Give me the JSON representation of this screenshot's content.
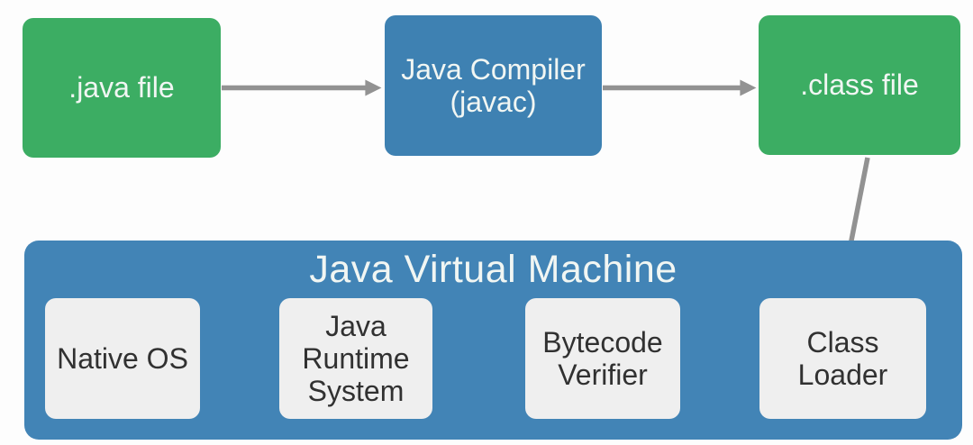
{
  "diagram_title": "Java Virtual Machine",
  "flow_nodes": [
    {
      "id": "java-file",
      "label": ".java file",
      "box_color": "#3cad63"
    },
    {
      "id": "java-compiler",
      "label": "Java Compiler\n(javac)",
      "box_color": "#3e81b2"
    },
    {
      "id": "class-file",
      "label": ".class file",
      "box_color": "#3cad63"
    }
  ],
  "jvm": {
    "title": "Java Virtual Machine",
    "components": [
      {
        "id": "native-os",
        "label": "Native OS"
      },
      {
        "id": "java-runtime-system",
        "label": "Java\nRuntime\nSystem"
      },
      {
        "id": "bytecode-verifier",
        "label": "Bytecode\nVerifier"
      },
      {
        "id": "class-loader",
        "label": "Class\nLoader"
      }
    ]
  },
  "edges": [
    {
      "from": ".java file",
      "to": "Java Compiler (javac)"
    },
    {
      "from": "Java Compiler (javac)",
      "to": ".class file"
    },
    {
      "from": ".class file",
      "to": "Class Loader"
    },
    {
      "from": "Class Loader",
      "to": "Bytecode Verifier"
    },
    {
      "from": "Bytecode Verifier",
      "to": "Java Runtime System"
    },
    {
      "from": "Java Runtime System",
      "to": "Native OS"
    }
  ],
  "colors": {
    "green": "#3cad63",
    "blue": "#3e81b2",
    "jvm_blue": "#4284b6",
    "light_box": "#efefef",
    "arrow_gray": "#929292",
    "dark_text": "#313131",
    "light_text": "#f1f6f3"
  }
}
